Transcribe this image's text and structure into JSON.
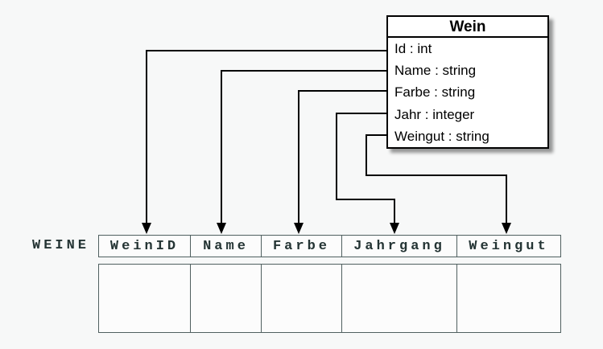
{
  "class_box": {
    "title": "Wein",
    "attributes": [
      "Id : int",
      "Name : string",
      "Farbe : string",
      "Jahr : integer",
      "Weingut : string"
    ]
  },
  "table": {
    "label": "WEINE",
    "columns": [
      "WeinID",
      "Name",
      "Farbe",
      "Jahrgang",
      "Weingut"
    ],
    "body_rows": 1
  },
  "mappings": [
    {
      "from": "Id",
      "to": "WeinID"
    },
    {
      "from": "Name",
      "to": "Name"
    },
    {
      "from": "Farbe",
      "to": "Farbe"
    },
    {
      "from": "Jahr",
      "to": "Jahrgang"
    },
    {
      "from": "Weingut",
      "to": "Weingut"
    }
  ],
  "colors": {
    "background": "#f7f8f8",
    "box_fill": "#ffffff",
    "box_border": "#000000",
    "connector": "#000000",
    "table_border": "#506060",
    "table_text": "#243434"
  }
}
